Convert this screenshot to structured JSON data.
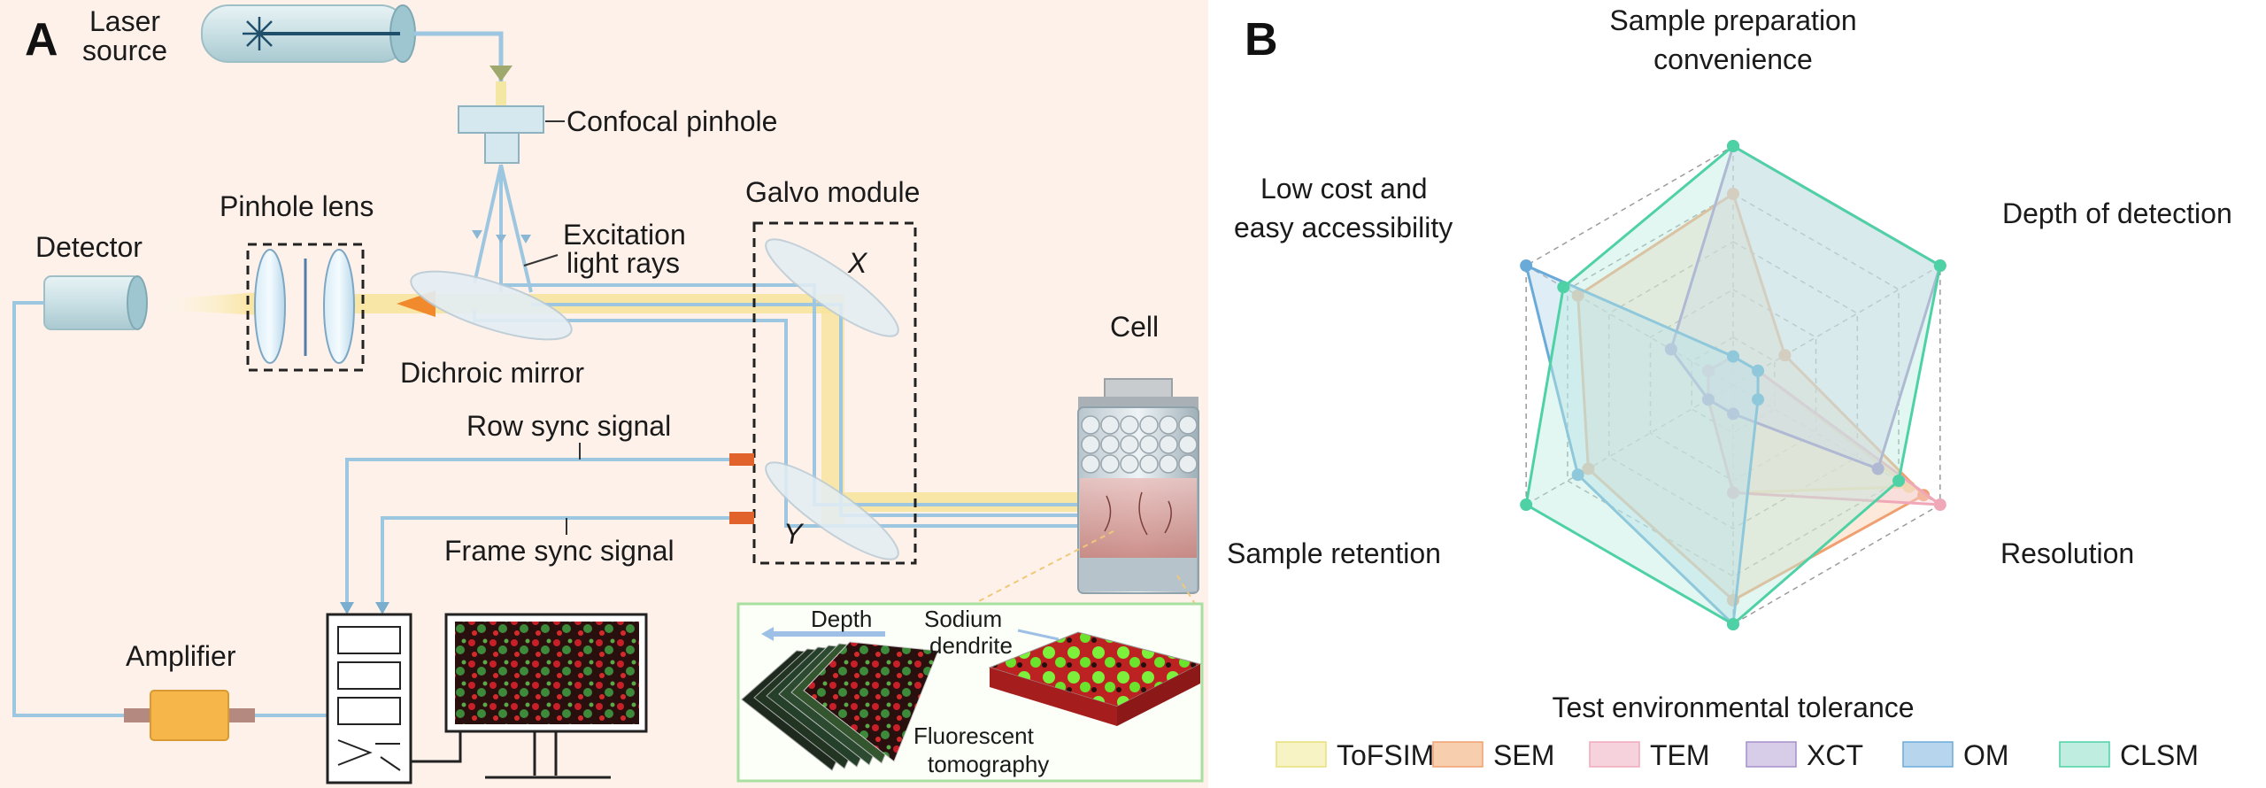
{
  "panel_a": {
    "letter": "A",
    "laser_source": [
      "Laser",
      "source"
    ],
    "confocal_pinhole": "Confocal pinhole",
    "pinhole_lens": "Pinhole lens",
    "detector": "Detector",
    "excitation": [
      "Excitation",
      "light rays"
    ],
    "dichroic_mirror": "Dichroic mirror",
    "galvo_module": "Galvo module",
    "galvo_x": "X",
    "galvo_y": "Y",
    "cell": "Cell",
    "row_sync": "Row sync signal",
    "frame_sync": "Frame sync signal",
    "amplifier": "Amplifier",
    "inset": {
      "depth": "Depth",
      "sodium": [
        "Sodium",
        "dendrite"
      ],
      "fluorescent": [
        "Fluorescent",
        "tomography"
      ]
    }
  },
  "panel_b": {
    "letter": "B",
    "axes": [
      [
        "Sample preparation",
        "convenience"
      ],
      [
        "Depth of detection"
      ],
      [
        "Resolution"
      ],
      [
        "Test environmental tolerance"
      ],
      [
        "Sample retention"
      ],
      [
        "Low cost and",
        "easy accessibility"
      ]
    ],
    "series": [
      {
        "name": "ToFSIMS",
        "color": "#e8e07a",
        "fill": "#f7f3c4",
        "values": [
          0.12,
          0.12,
          0.85,
          0.45,
          0.12,
          0.12
        ]
      },
      {
        "name": "SEM",
        "color": "#f0a070",
        "fill": "#f8cfae",
        "values": [
          0.8,
          0.25,
          0.92,
          0.9,
          0.7,
          0.75
        ]
      },
      {
        "name": "TEM",
        "color": "#f0a8b8",
        "fill": "#f6d3dc",
        "values": [
          0.12,
          0.12,
          1.0,
          0.45,
          0.12,
          0.12
        ]
      },
      {
        "name": "XCT",
        "color": "#a58fc8",
        "fill": "#d7cde8",
        "values": [
          1.0,
          1.0,
          0.7,
          0.12,
          0.12,
          0.3
        ]
      },
      {
        "name": "OM",
        "color": "#6aaad8",
        "fill": "#b7d6ee",
        "values": [
          0.12,
          0.12,
          0.12,
          1.0,
          0.75,
          1.0
        ]
      },
      {
        "name": "CLSM",
        "color": "#4fd1a6",
        "fill": "#bfeee0",
        "values": [
          1.0,
          1.0,
          0.8,
          1.0,
          1.0,
          0.82
        ]
      }
    ]
  }
}
